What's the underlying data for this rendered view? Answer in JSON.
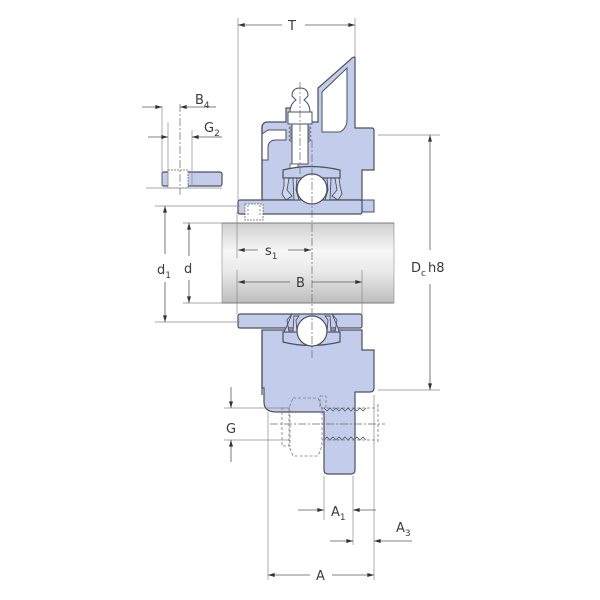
{
  "drawing": {
    "title": "Flanged bearing unit cross-section (Y-bearing with grease nipple and set screw)",
    "colors": {
      "housing_fill": "#c3cdeb",
      "outline": "#4a5060",
      "dimension_line": "#5a5a5a",
      "shaft_light": "#f4f4f4",
      "shaft_dark": "#c8c8c8"
    },
    "labels": {
      "T": "T",
      "B4": "B",
      "B4_sub": "4",
      "G2": "G",
      "G2_sub": "2",
      "d1": "d",
      "d1_sub": "1",
      "d": "d",
      "s1": "s",
      "s1_sub": "1",
      "B": "B",
      "Dc": "D",
      "Dc_sub": "c",
      "Dc_tol": "h8",
      "G": "G",
      "A1": "A",
      "A1_sub": "1",
      "A3": "A",
      "A3_sub": "3",
      "A": "A"
    },
    "components": [
      "housing-flange",
      "grease-nipple",
      "insert-bearing",
      "ball",
      "seals",
      "set-screw",
      "shaft",
      "attachment-bolt",
      "nut"
    ]
  }
}
